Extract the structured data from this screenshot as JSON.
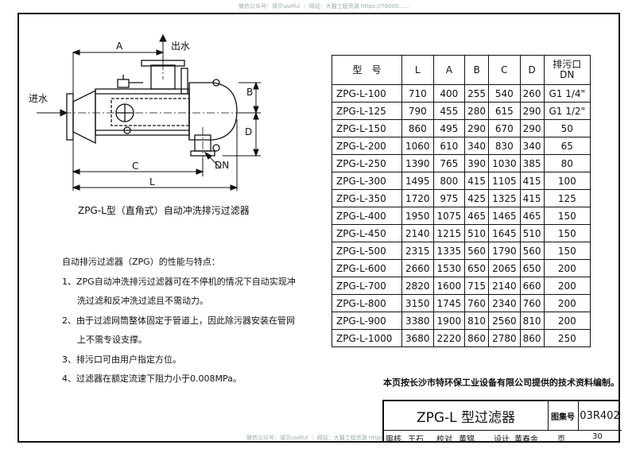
{
  "watermark_top": "微信公众号：驿贝useful ｜ 网站：大猫工程资源 https://76000......",
  "watermark_bottom": "微信公众号：驿贝useful ｜ 网站：大猫工程资源 https://...",
  "drawing": {
    "label_A": "A",
    "label_B": "B",
    "label_C": "C",
    "label_D": "D",
    "label_L": "L",
    "label_outlet": "出水",
    "label_inlet": "进水",
    "label_DN": "DN",
    "caption": "ZPG-L型（直角式）自动冲洗排污过滤器"
  },
  "table": {
    "headers": [
      "型　号",
      "L",
      "A",
      "B",
      "C",
      "D",
      "排污口\nDN"
    ],
    "rows": [
      [
        "ZPG-L-100",
        "710",
        "400",
        "255",
        "540",
        "260",
        "G1 1/4\""
      ],
      [
        "ZPG-L-125",
        "790",
        "455",
        "280",
        "615",
        "290",
        "G1 1/2\""
      ],
      [
        "ZPG-L-150",
        "860",
        "495",
        "290",
        "670",
        "290",
        "50"
      ],
      [
        "ZPG-L-200",
        "1060",
        "610",
        "340",
        "830",
        "340",
        "65"
      ],
      [
        "ZPG-L-250",
        "1390",
        "765",
        "390",
        "1030",
        "385",
        "80"
      ],
      [
        "ZPG-L-300",
        "1495",
        "800",
        "415",
        "1105",
        "415",
        "100"
      ],
      [
        "ZPG-L-350",
        "1720",
        "975",
        "425",
        "1325",
        "415",
        "125"
      ],
      [
        "ZPG-L-400",
        "1950",
        "1075",
        "465",
        "1465",
        "465",
        "150"
      ],
      [
        "ZPG-L-450",
        "2140",
        "1215",
        "510",
        "1645",
        "510",
        "150"
      ],
      [
        "ZPG-L-500",
        "2315",
        "1335",
        "560",
        "1790",
        "560",
        "150"
      ],
      [
        "ZPG-L-600",
        "2660",
        "1530",
        "650",
        "2065",
        "650",
        "200"
      ],
      [
        "ZPG-L-700",
        "2820",
        "1600",
        "715",
        "2140",
        "660",
        "200"
      ],
      [
        "ZPG-L-800",
        "3150",
        "1745",
        "760",
        "2340",
        "760",
        "200"
      ],
      [
        "ZPG-L-900",
        "3380",
        "1900",
        "810",
        "2560",
        "810",
        "200"
      ],
      [
        "ZPG-L-1000",
        "3680",
        "2220",
        "860",
        "2780",
        "860",
        "250"
      ]
    ]
  },
  "notes": {
    "heading": "自动排污过滤器（ZPG）的性能与特点：",
    "items": [
      "1、ZPG自动冲洗排污过滤器可在不停机的情况下自动实现冲",
      "洗过滤和反冲洗过滤且不需动力。",
      "2、由于过滤网筒整体固定于管道上，因此除污器安装在管网",
      "上不需专设支撑。",
      "3、排污口可由用户指定方位。",
      "4、过滤器在额定流速下阻力小于0.008MPa。"
    ]
  },
  "source_note": "本页按长沙市特环保工业设备有限公司提供的技术资料编制。",
  "title_block": {
    "title": "ZPG-L 型过滤器",
    "atlas_label": "图集号",
    "atlas_no": "03R402",
    "review_label": "审核",
    "review_sig": "王石",
    "check_label": "校对",
    "check_sig": "黄锦",
    "design_label": "设计",
    "design_sig": "黄春金",
    "page_label": "页",
    "page_no": "30"
  }
}
